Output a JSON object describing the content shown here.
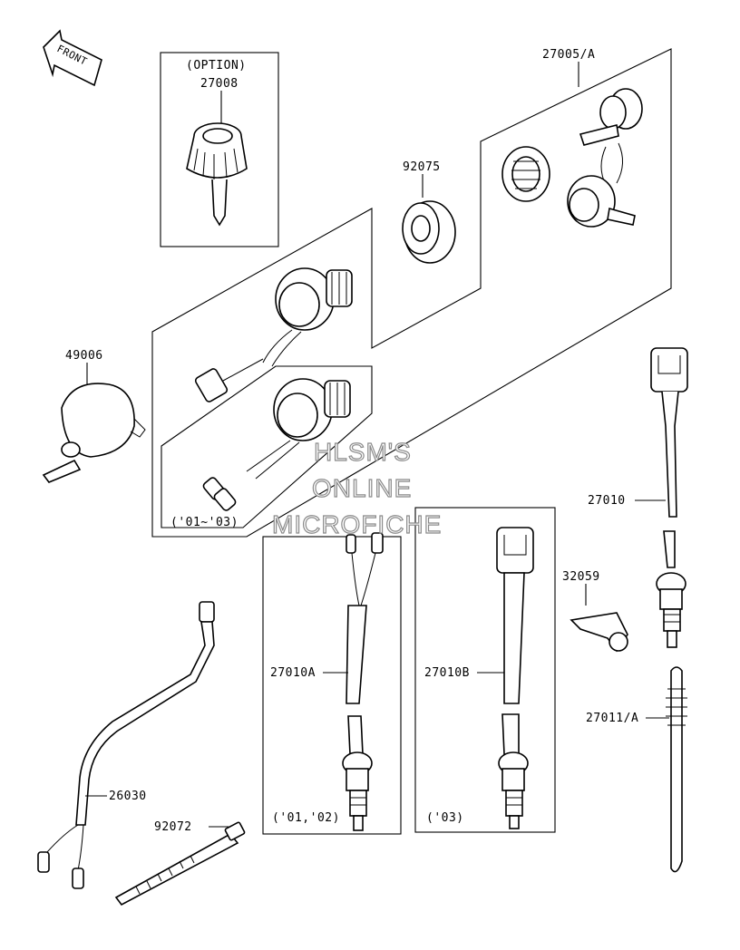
{
  "front_arrow": {
    "text": "FRONT"
  },
  "watermark": {
    "lines": [
      "HLSM'S",
      "ONLINE",
      "MICROFICHE"
    ]
  },
  "parts": {
    "p27008": {
      "number": "27008",
      "note": "(OPTION)"
    },
    "p27005": {
      "number": "27005/A"
    },
    "p92075": {
      "number": "92075"
    },
    "p49006": {
      "number": "49006"
    },
    "p27010": {
      "number": "27010"
    },
    "p32059": {
      "number": "32059"
    },
    "p27010A": {
      "number": "27010A"
    },
    "p27010B": {
      "number": "27010B"
    },
    "p27011": {
      "number": "27011/A"
    },
    "p26030": {
      "number": "26030"
    },
    "p92072": {
      "number": "92072"
    }
  },
  "year_notes": {
    "y01_03": "('01~'03)",
    "y01_02": "('01,'02)",
    "y03": "('03)"
  }
}
